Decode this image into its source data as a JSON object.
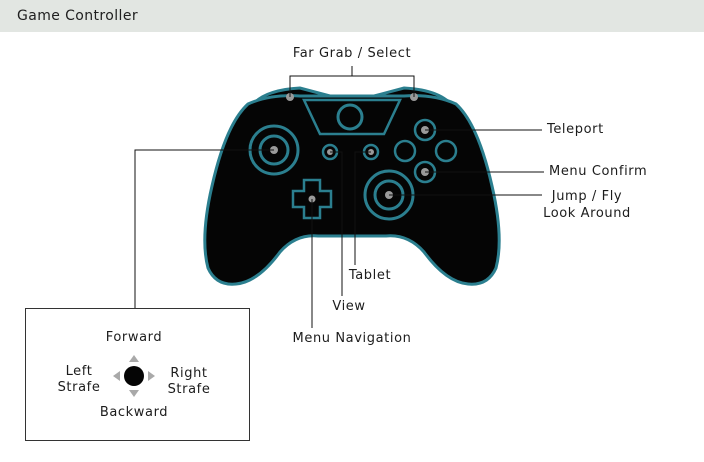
{
  "header": {
    "title": "Game Controller"
  },
  "colors": {
    "outline": "#2b7f8f",
    "body": "#050505",
    "button_dot": "#9a9a9a",
    "leader": "#111111",
    "header_bg": "#e2e6e2"
  },
  "callouts": {
    "far_grab_select": "Far Grab / Select",
    "teleport": "Teleport",
    "menu_confirm": "Menu Confirm",
    "jump_fly": "Jump / Fly",
    "look_around": "Look Around",
    "tablet": "Tablet",
    "view": "View",
    "menu_navigation": "Menu Navigation"
  },
  "legend": {
    "forward": "Forward",
    "backward": "Backward",
    "left_strafe": "Left\nStrafe",
    "right_strafe": "Right\nStrafe"
  }
}
